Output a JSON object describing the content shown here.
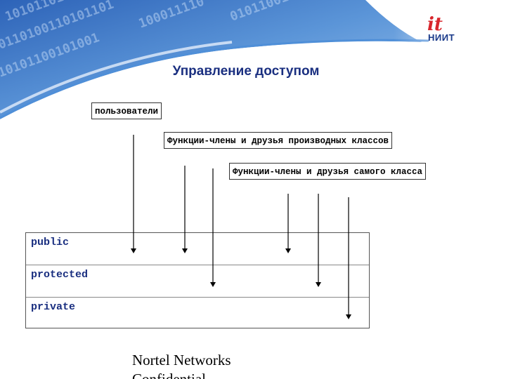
{
  "header": {
    "logo_mark": "it",
    "logo_text": "НИИТ",
    "title": "Управление доступом"
  },
  "labels": {
    "users": "пользователи",
    "derived": "Функции-члены и друзья производных классов",
    "own": "Функции-члены и друзья самого класса"
  },
  "access_table": {
    "rows": [
      "public",
      "protected",
      "private"
    ]
  },
  "footer": {
    "line1": "Nortel Networks",
    "line2": "Confidential"
  },
  "colors": {
    "title": "#1a2f80",
    "keyword": "#1a2f80",
    "logo_red": "#d8262c",
    "banner_blue": "#2a6fc0"
  }
}
